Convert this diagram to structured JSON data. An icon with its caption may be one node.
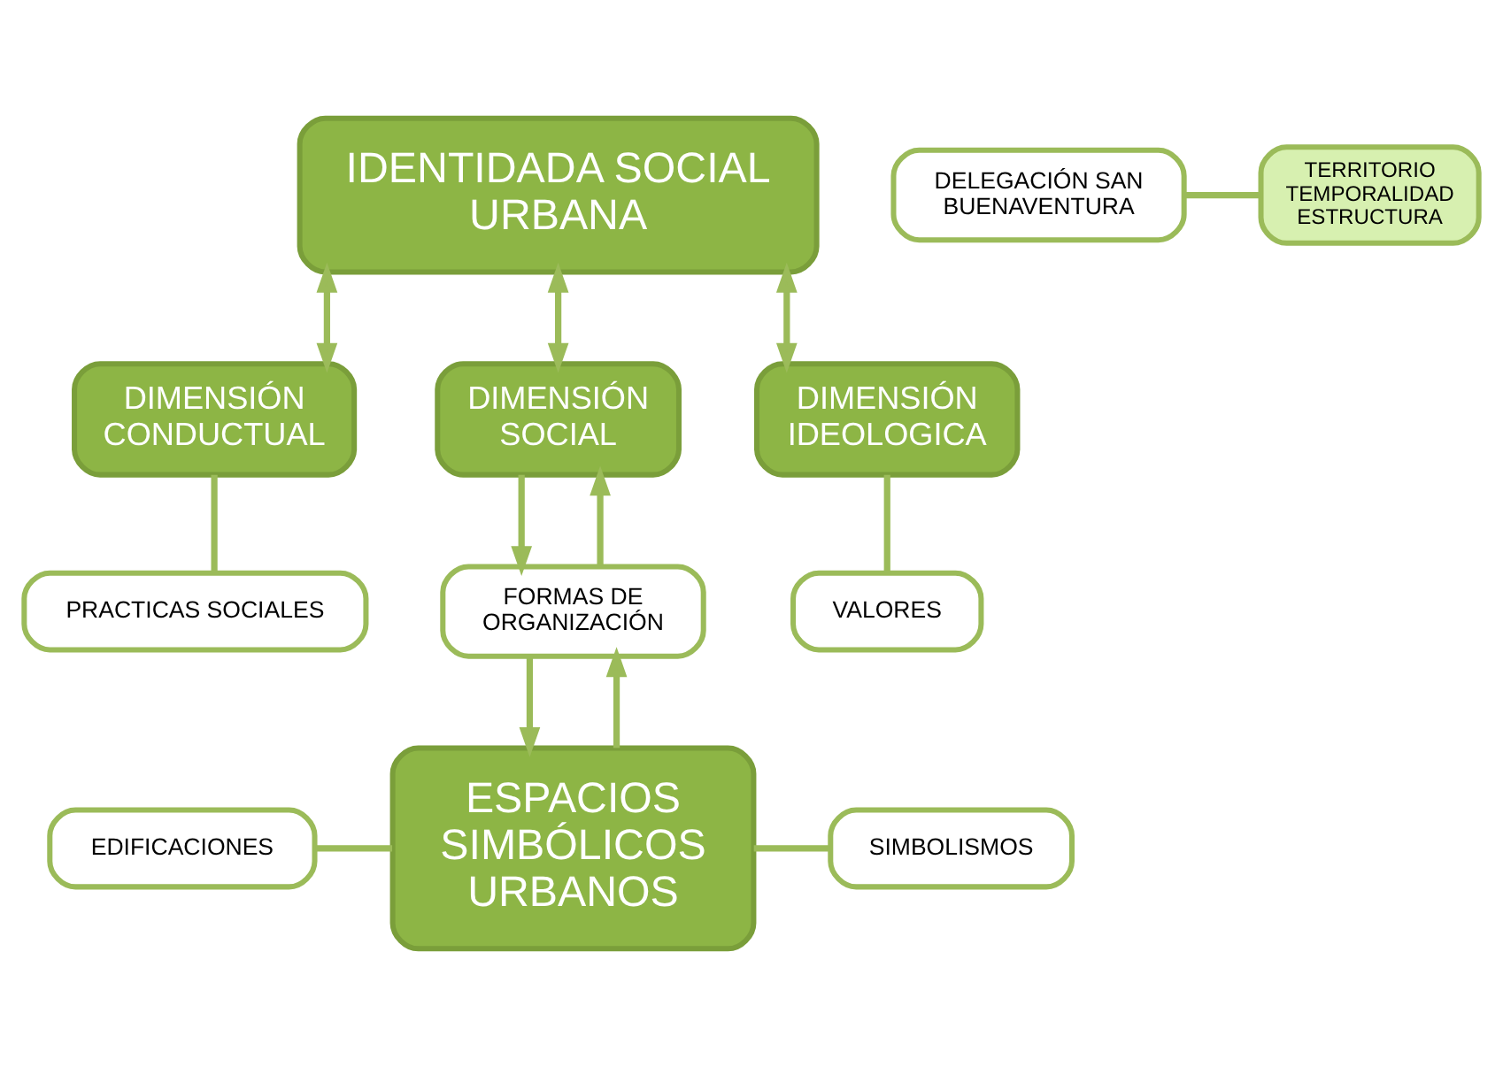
{
  "diagram": {
    "nodes": [
      {
        "text": [
          "IDENTIDADA SOCIAL URBANA"
        ]
      },
      {
        "text": [
          "DELEGACIÓN SAN BUENAVENTURA"
        ]
      },
      {
        "text": [
          "TERRITORIO TEMPORALIDAD ESTRUCTURA"
        ]
      },
      {
        "text": [
          "DIMENSIÓN CONDUCTUAL"
        ]
      },
      {
        "text": [
          "DIMENSIÓN SOCIAL"
        ]
      },
      {
        "text": [
          "DIMENSIÓN IDEOLOGICA"
        ]
      },
      {
        "text": [
          "PRACTICAS SOCIALES"
        ]
      },
      {
        "text": [
          "FORMAS DE ORGANIZACIÓN"
        ]
      },
      {
        "text": [
          "VALORES"
        ]
      },
      {
        "text": [
          "ESPACIOS SIMBÓLICOS URBANOS"
        ]
      },
      {
        "text": [
          "EDIFICACIONES"
        ]
      },
      {
        "text": [
          "SIMBOLISMOS"
        ]
      }
    ],
    "edges": [
      {
        "from": 1,
        "to": 2,
        "arrow": "none"
      },
      {
        "from": 0,
        "to": 3,
        "arrow": "both"
      },
      {
        "from": 0,
        "to": 4,
        "arrow": "both"
      },
      {
        "from": 0,
        "to": 5,
        "arrow": "both"
      },
      {
        "from": 3,
        "to": 6,
        "arrow": "none"
      },
      {
        "from": 4,
        "to": 7,
        "arrow": "to"
      },
      {
        "from": 7,
        "to": 4,
        "arrow": "to"
      },
      {
        "from": 5,
        "to": 8,
        "arrow": "none"
      },
      {
        "from": 7,
        "to": 9,
        "arrow": "to"
      },
      {
        "from": 9,
        "to": 7,
        "arrow": "to"
      },
      {
        "from": 10,
        "to": 9,
        "arrow": "none"
      },
      {
        "from": 9,
        "to": 11,
        "arrow": "none"
      }
    ]
  }
}
